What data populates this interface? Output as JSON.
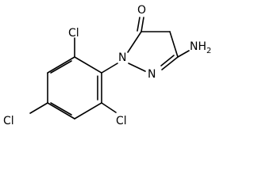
{
  "molecule": {
    "atoms": {
      "oxygen": "O",
      "amine": "NH",
      "amine_subscript": "2",
      "nitrogen_1": "N",
      "nitrogen_2": "N",
      "chlorine_top": "Cl",
      "chlorine_left": "Cl",
      "chlorine_right": "Cl"
    }
  },
  "colors": {
    "bond": "#000000",
    "text": "#000000",
    "background": "#ffffff"
  }
}
